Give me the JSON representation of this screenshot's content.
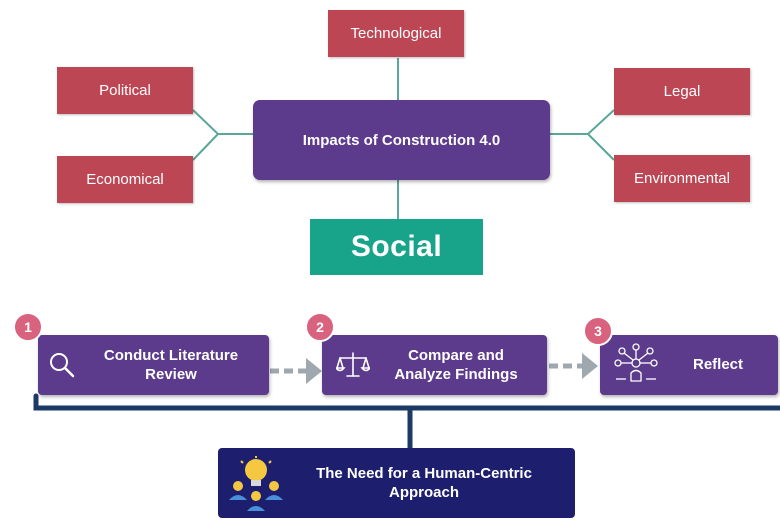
{
  "mind_map": {
    "center": "Impacts of Construction 4.0",
    "factors": {
      "technological": "Technological",
      "political": "Political",
      "economical": "Economical",
      "legal": "Legal",
      "environmental": "Environmental",
      "social": "Social"
    }
  },
  "process": {
    "steps": [
      {
        "number": "1",
        "label_line1": "Conduct Literature",
        "label_line2": "Review",
        "icon": "magnifier-icon"
      },
      {
        "number": "2",
        "label_line1": "Compare and",
        "label_line2": "Analyze Findings",
        "icon": "balance-scale-icon"
      },
      {
        "number": "3",
        "label_line1": "Reflect",
        "label_line2": "",
        "icon": "network-mind-icon"
      }
    ],
    "outcome": {
      "label_line1": "The Need for a Human-Centric",
      "label_line2": "Approach",
      "icon": "lightbulb-team-icon"
    }
  },
  "colors": {
    "factor": "#bd4655",
    "center": "#5c3a8c",
    "social": "#18a48a",
    "connector": "#5aa79a",
    "step": "#5c3a8c",
    "badge": "#d9637e",
    "arrow": "#9ea8ae",
    "bracket": "#1d3a66",
    "outcome": "#1d1f6e"
  }
}
